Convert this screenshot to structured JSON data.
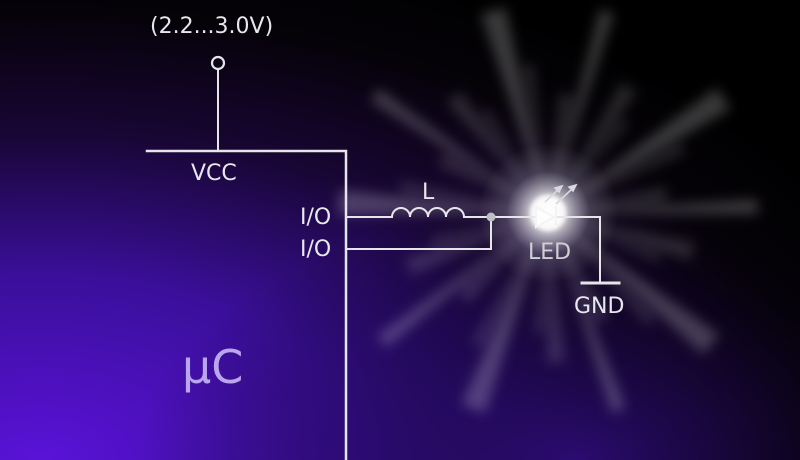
{
  "supply": {
    "label": "(2.2...3.0V)"
  },
  "mcu": {
    "label": "µC",
    "vcc_label": "VCC",
    "io1_label": "I/O",
    "io2_label": "I/O"
  },
  "inductor": {
    "label": "L"
  },
  "led": {
    "label": "LED"
  },
  "ground": {
    "label": "GND"
  },
  "colors": {
    "background": "#000000",
    "glow_purple": "#5a1fd6",
    "wire": "#e6e6ea",
    "label_purple": "#b9a6ee",
    "led_glow": "#ffffff"
  }
}
